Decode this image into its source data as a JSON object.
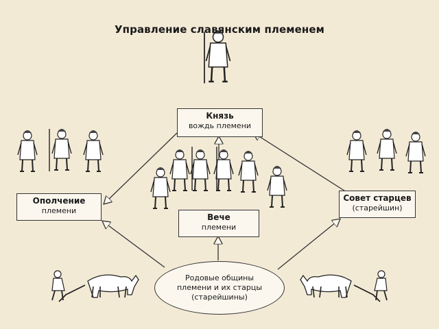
{
  "title": "Управление славянским племенем",
  "nodes": {
    "prince": {
      "line1": "Князь",
      "line2": "вождь племени"
    },
    "militia": {
      "line1": "Ополчение",
      "line2": "племени"
    },
    "veche": {
      "line1": "Вече",
      "line2": "племени"
    },
    "council": {
      "line1": "Совет старцев",
      "line2": "(старейшин)"
    },
    "communities": {
      "line1": "Родовые общины",
      "line2": "племени и их старцы",
      "line3": "(старейшины)"
    }
  }
}
